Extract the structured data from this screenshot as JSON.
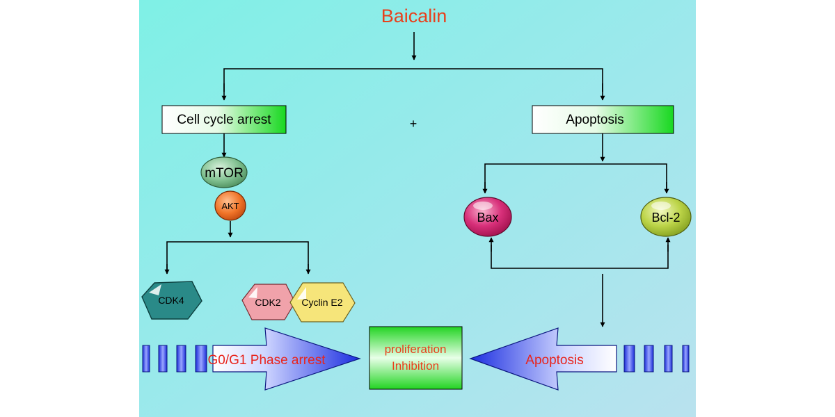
{
  "title": "Baicalin",
  "plus_sign": "+",
  "left_branch": {
    "label": "Cell cycle arrest",
    "nodes": {
      "mtor": "mTOR",
      "akt": "AKT"
    },
    "targets": {
      "cdk4": "CDK4",
      "cdk2": "CDK2",
      "cyclin": "Cyclin E2"
    }
  },
  "right_branch": {
    "label": "Apoptosis",
    "nodes": {
      "bax": "Bax",
      "bcl2": "Bcl-2"
    }
  },
  "bottom": {
    "left_arrow_label": "G0/G1 Phase arrest",
    "center_line1": "proliferation",
    "center_line2": "Inhibition",
    "right_arrow_label": "Apoptosis"
  },
  "colors": {
    "title_text": "#e8401c",
    "arrow_label_text": "#e8241c",
    "center_text": "#e8401c",
    "cdk4": "#2e8b8b",
    "cdk2": "#f0a0a8",
    "cyclin": "#f5e67a",
    "bax": "#d0286a",
    "bcl2": "#b9d040",
    "mtor": "#7fc08a",
    "akt": "#ee7020"
  }
}
